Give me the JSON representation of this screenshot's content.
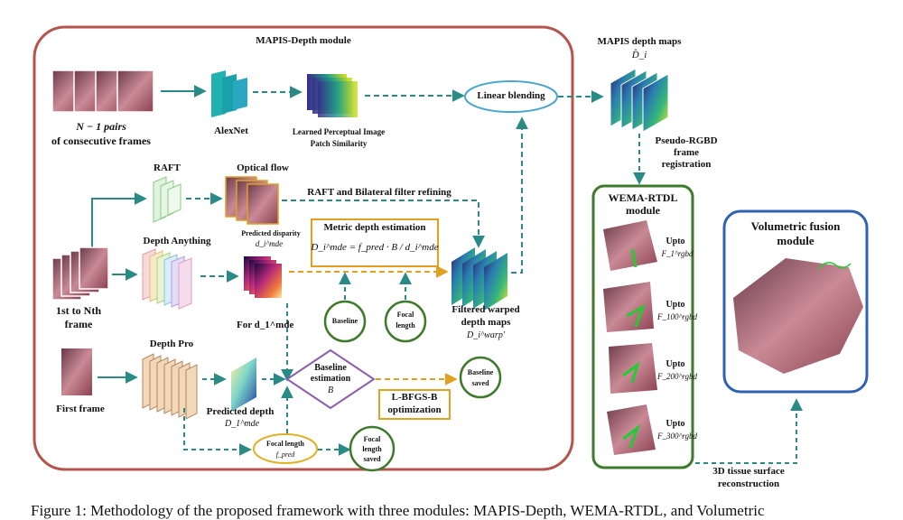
{
  "colors": {
    "mapis_border": "#b5534d",
    "wema_border": "#3f7a2c",
    "volume_border": "#2f62b0",
    "teal_arrow": "#2a8a86",
    "orange_arrow": "#e0a020",
    "metric_box": "#e0a020",
    "baseline_diamond": "#8a5fae",
    "linear_blend_ellipse": "#4aa6d0",
    "circle_green": "#3f7a2c",
    "focal_ellipse": "#e0b020"
  },
  "mapis_module": {
    "title": "MAPIS-Depth module",
    "pairs_label_1": "N − 1 pairs",
    "pairs_label_2": "of consecutive frames",
    "alexnet": "AlexNet",
    "lpips_1": "Learned Perceptual Image",
    "lpips_2": "Patch Similarity",
    "linear_blending": "Linear blending",
    "raft": "RAFT",
    "optical_flow": "Optical flow",
    "raft_bilateral": "RAFT and Bilateral filter refining",
    "depth_anything": "Depth Anything",
    "predicted_disparity": "Predicted disparity",
    "disparity_symbol": "d_i^mde",
    "metric_title": "Metric depth estimation",
    "metric_formula": "D_i^mde = f_pred · B / d_i^mde",
    "frames_label_1": "1st to Nth",
    "frames_label_2": "frame",
    "for_d1": "For d_1^mde",
    "baseline_circle": "Baseline",
    "focal_circle_1": "Focal",
    "focal_circle_2": "length",
    "filtered_1": "Filtered warped",
    "filtered_2": "depth maps",
    "filtered_symbol": "D_i^warp'",
    "depth_pro": "Depth Pro",
    "first_frame": "First frame",
    "predicted_depth": "Predicted depth",
    "predicted_depth_symbol": "D_1^mde",
    "baseline_est_1": "Baseline",
    "baseline_est_2": "estimation",
    "baseline_est_symbol": "B",
    "baseline_saved_1": "Baseline",
    "baseline_saved_2": "saved",
    "lbfgs_1": "L-BFGS-B",
    "lbfgs_2": "optimization",
    "focal_length_1": "Focal length",
    "focal_length_symbol": "f_pred",
    "focal_saved_1": "Focal",
    "focal_saved_2": "length",
    "focal_saved_3": "saved"
  },
  "right_side": {
    "mapis_maps": "MAPIS depth maps",
    "mapis_maps_symbol": "D̂_i",
    "pseudo_1": "Pseudo-RGBD",
    "pseudo_2": "frame",
    "pseudo_3": "registration",
    "wema_title_1": "WEMA-RTDL",
    "wema_title_2": "module",
    "upto": "Upto",
    "f1": "F_1^rgbd",
    "f100": "F_100^rgbd",
    "f200": "F_200^rgbd",
    "f300": "F_300^rgbd",
    "volumetric_1": "Volumetric fusion",
    "volumetric_2": "module",
    "tissue_1": "3D tissue surface",
    "tissue_2": "reconstruction"
  },
  "caption": "Figure 1: Methodology of the proposed framework with three modules: MAPIS-Depth, WEMA-RTDL, and Volumetric"
}
